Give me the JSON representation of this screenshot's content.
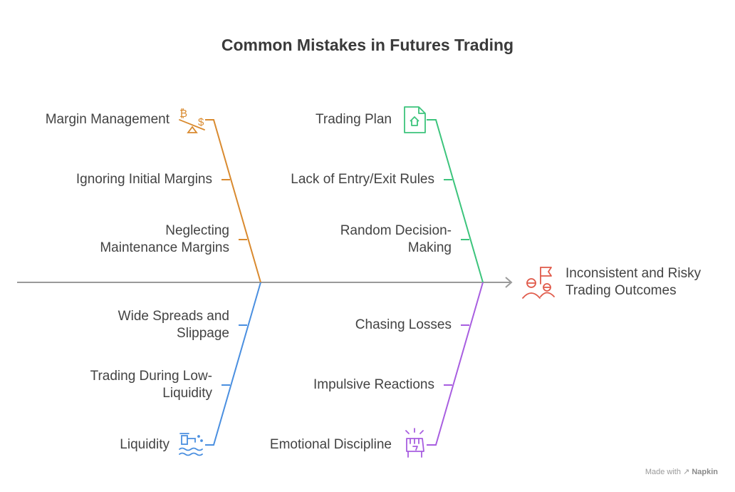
{
  "title": "Common Mistakes in Futures Trading",
  "outcome": {
    "line1": "Inconsistent and Risky",
    "line2": "Trading Outcomes",
    "icon": "people-flag-icon"
  },
  "branches": {
    "margin": {
      "head": "Margin Management",
      "icon": "balance-scale-icon",
      "color": "#d98a2f",
      "causes": [
        {
          "lines": [
            "Ignoring Initial Margins"
          ]
        },
        {
          "lines": [
            "Neglecting",
            "Maintenance Margins"
          ]
        }
      ]
    },
    "plan": {
      "head": "Trading Plan",
      "icon": "document-home-icon",
      "color": "#3cc47c",
      "causes": [
        {
          "lines": [
            "Lack of Entry/Exit Rules"
          ]
        },
        {
          "lines": [
            "Random Decision-",
            "Making"
          ]
        }
      ]
    },
    "liquidity": {
      "head": "Liquidity",
      "icon": "faucet-water-icon",
      "color": "#4a8fe0",
      "causes": [
        {
          "lines": [
            "Wide Spreads and",
            "Slippage"
          ]
        },
        {
          "lines": [
            "Trading During Low-",
            "Liquidity"
          ]
        }
      ]
    },
    "emotion": {
      "head": "Emotional Discipline",
      "icon": "fist-icon",
      "color": "#a85ee0",
      "causes": [
        {
          "lines": [
            "Chasing Losses"
          ]
        },
        {
          "lines": [
            "Impulsive Reactions"
          ]
        }
      ]
    }
  },
  "footer": {
    "made_with": "Made with",
    "brand": "Napkin"
  }
}
